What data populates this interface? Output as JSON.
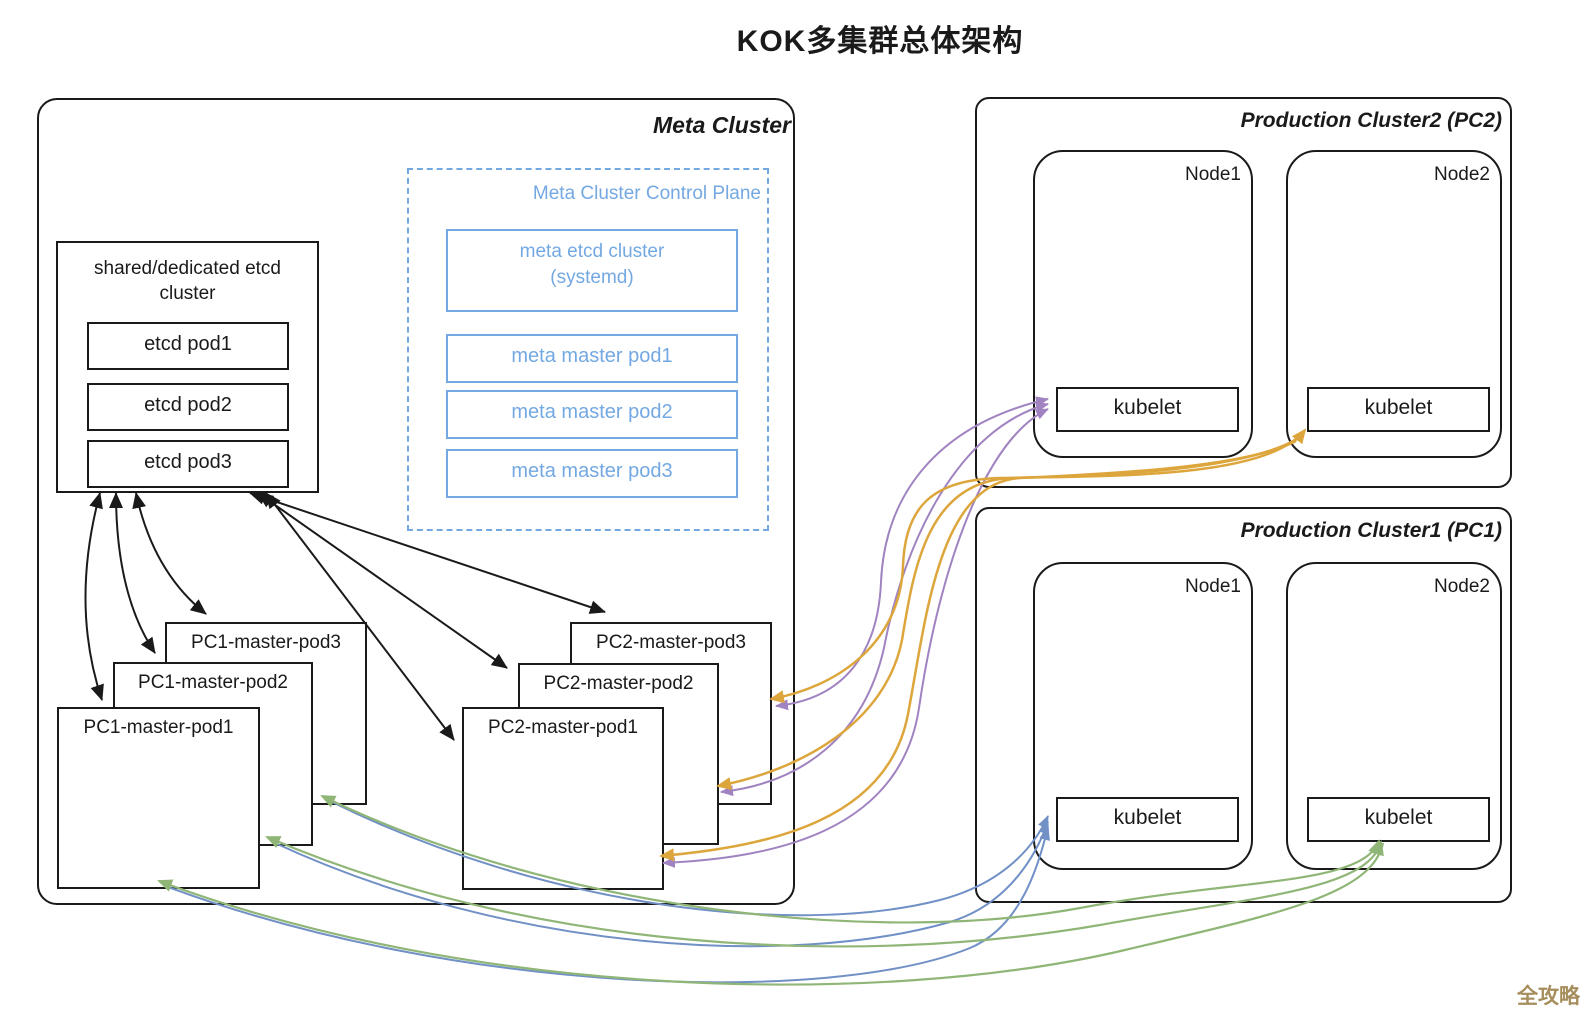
{
  "title": "KOK多集群总体架构",
  "watermark": "全攻略",
  "colors": {
    "blue_accent": "#74a8e2",
    "purple_arrow": "#a083c0",
    "orange_arrow": "#dda63c",
    "blue_arrow": "#7090c6",
    "green_arrow": "#90b677",
    "black_arrow": "#1a1a1a",
    "watermark_gold": "#a68e5c"
  },
  "meta_cluster": {
    "label": "Meta Cluster",
    "etcd_cluster": {
      "title_line1": "shared/dedicated etcd",
      "title_line2": "cluster",
      "pods": [
        "etcd pod1",
        "etcd pod2",
        "etcd pod3"
      ]
    },
    "control_plane": {
      "title": "Meta Cluster Control Plane",
      "etcd_line1": "meta etcd cluster",
      "etcd_line2": "(systemd)",
      "pods": [
        "meta master pod1",
        "meta master pod2",
        "meta master pod3"
      ]
    },
    "pc1_master_pods": [
      "PC1-master-pod1",
      "PC1-master-pod2",
      "PC1-master-pod3"
    ],
    "pc2_master_pods": [
      "PC2-master-pod1",
      "PC2-master-pod2",
      "PC2-master-pod3"
    ]
  },
  "production_cluster2": {
    "label": "Production Cluster2 (PC2)",
    "nodes": [
      {
        "label": "Node1",
        "kubelet": "kubelet"
      },
      {
        "label": "Node2",
        "kubelet": "kubelet"
      }
    ]
  },
  "production_cluster1": {
    "label": "Production Cluster1 (PC1)",
    "nodes": [
      {
        "label": "Node1",
        "kubelet": "kubelet"
      },
      {
        "label": "Node2",
        "kubelet": "kubelet"
      }
    ]
  }
}
